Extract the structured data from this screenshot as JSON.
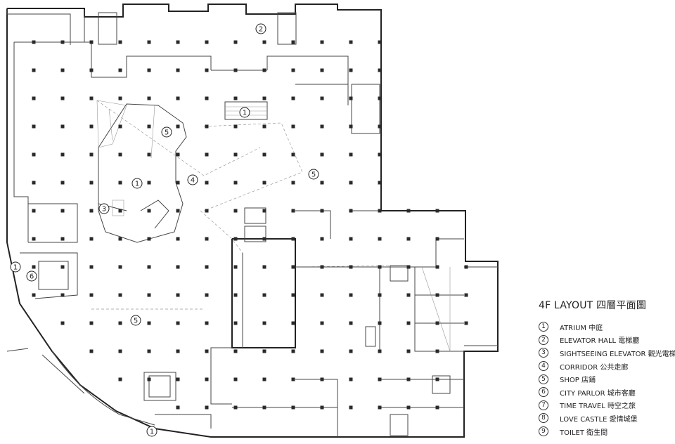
{
  "legend": {
    "title": "4F LAYOUT 四層平面圖",
    "items": [
      {
        "num": "1",
        "label": "ATRIUM 中庭"
      },
      {
        "num": "2",
        "label": "ELEVATOR HALL 電梯廳"
      },
      {
        "num": "3",
        "label": "SIGHTSEEING ELEVATOR 觀光電梯"
      },
      {
        "num": "4",
        "label": "CORRIDOR 公共走廊"
      },
      {
        "num": "5",
        "label": "SHOP 店鋪"
      },
      {
        "num": "6",
        "label": "CITY PARLOR 城市客廳"
      },
      {
        "num": "7",
        "label": "TIME TRAVEL 時空之旅"
      },
      {
        "num": "8",
        "label": "LOVE CASTLE 愛情城堡"
      },
      {
        "num": "9",
        "label": "TOILET 衛生間"
      }
    ]
  },
  "plan_markers": [
    {
      "num": "1"
    },
    {
      "num": "1"
    },
    {
      "num": "1"
    },
    {
      "num": "1"
    },
    {
      "num": "2"
    },
    {
      "num": "3"
    },
    {
      "num": "4"
    },
    {
      "num": "5"
    },
    {
      "num": "5"
    },
    {
      "num": "5"
    },
    {
      "num": "6"
    }
  ]
}
